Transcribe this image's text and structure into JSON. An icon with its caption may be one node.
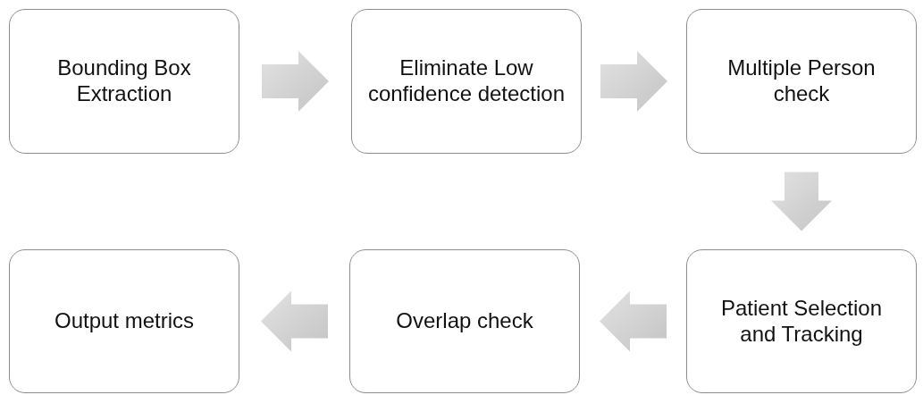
{
  "diagram": {
    "nodes": [
      {
        "text": [
          "Bounding Box Extraction"
        ]
      },
      {
        "text": [
          "Eliminate Low confidence detection"
        ]
      },
      {
        "text": [
          "Multiple Person check"
        ]
      },
      {
        "text": [
          "Patient Selection and Tracking"
        ]
      },
      {
        "text": [
          "Overlap check"
        ]
      },
      {
        "text": [
          "Output metrics"
        ]
      }
    ],
    "edges": [
      {
        "from": 0,
        "to": 1,
        "arrow": "to"
      },
      {
        "from": 1,
        "to": 2,
        "arrow": "to"
      },
      {
        "from": 2,
        "to": 3,
        "arrow": "to"
      },
      {
        "from": 3,
        "to": 4,
        "arrow": "to"
      },
      {
        "from": 4,
        "to": 5,
        "arrow": "to"
      }
    ]
  }
}
